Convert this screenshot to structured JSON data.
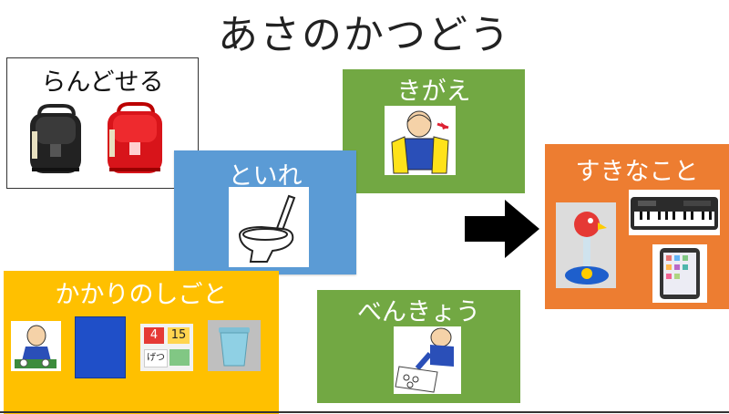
{
  "title": "あさのかつどう",
  "cards": {
    "randoseru": {
      "label": "らんどせる",
      "icons": [
        "black-randoseru-icon",
        "red-randoseru-icon"
      ]
    },
    "kigae": {
      "label": "きがえ",
      "icons": [
        "changing-clothes-boy-icon"
      ]
    },
    "toire": {
      "label": "といれ",
      "icons": [
        "toilet-icon"
      ]
    },
    "kakari": {
      "label": "かかりのしごと",
      "icons": [
        "boy-eating-icon",
        "blue-folder-icon",
        "date-board-icon",
        "trash-bin-icon"
      ]
    },
    "benkyou": {
      "label": "べんきょう",
      "icons": [
        "boy-writing-icon"
      ]
    },
    "sukina": {
      "label": "すきなこと",
      "icons": [
        "bird-toy-icon",
        "keyboard-icon",
        "tablet-icon"
      ]
    }
  },
  "date_board": {
    "cells": [
      "4",
      "15",
      "げつ"
    ]
  },
  "colors": {
    "green": "#72a843",
    "blue": "#5b9bd5",
    "yellow": "#ffc000",
    "orange": "#ed7d31",
    "arrow": "#000000"
  },
  "arrow_icon": "right-arrow-icon"
}
